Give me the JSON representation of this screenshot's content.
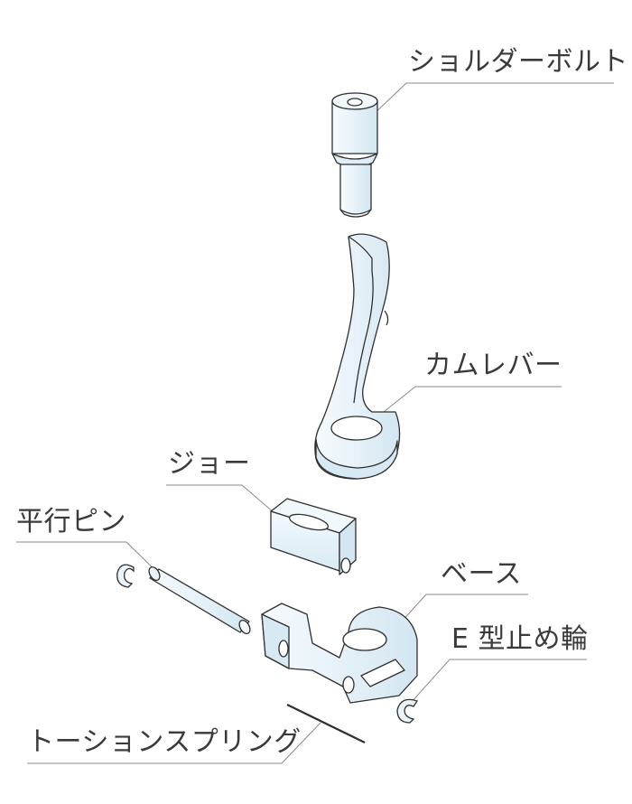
{
  "labels": {
    "shoulder_bolt": "ショルダーボルト",
    "cam_lever": "カムレバー",
    "jaw": "ジョー",
    "parallel_pin": "平行ピン",
    "base": "ベース",
    "e_ring": "E 型止め輪",
    "torsion_spring": "トーションスプリング"
  },
  "colors": {
    "part_fill": "#edf6fb",
    "part_shade": "#d7e9f3",
    "outline": "#2f2f2f",
    "leader": "#8a8a8a",
    "text": "#3a3a3a"
  }
}
